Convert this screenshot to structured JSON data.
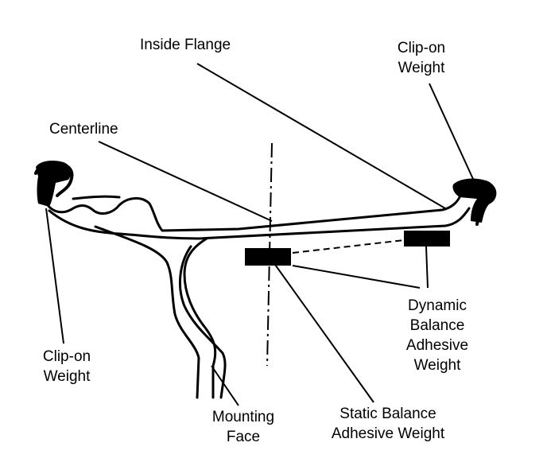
{
  "labels": {
    "inside_flange": "Inside Flange",
    "clip_on_weight_top": [
      "Clip-on",
      "Weight"
    ],
    "centerline": "Centerline",
    "clip_on_weight_left": [
      "Clip-on",
      "Weight"
    ],
    "dynamic_balance": [
      "Dynamic",
      "Balance",
      "Adhesive",
      "Weight"
    ],
    "mounting_face": [
      "Mounting",
      "Face"
    ],
    "static_balance": [
      "Static Balance",
      "Adhesive Weight"
    ]
  }
}
